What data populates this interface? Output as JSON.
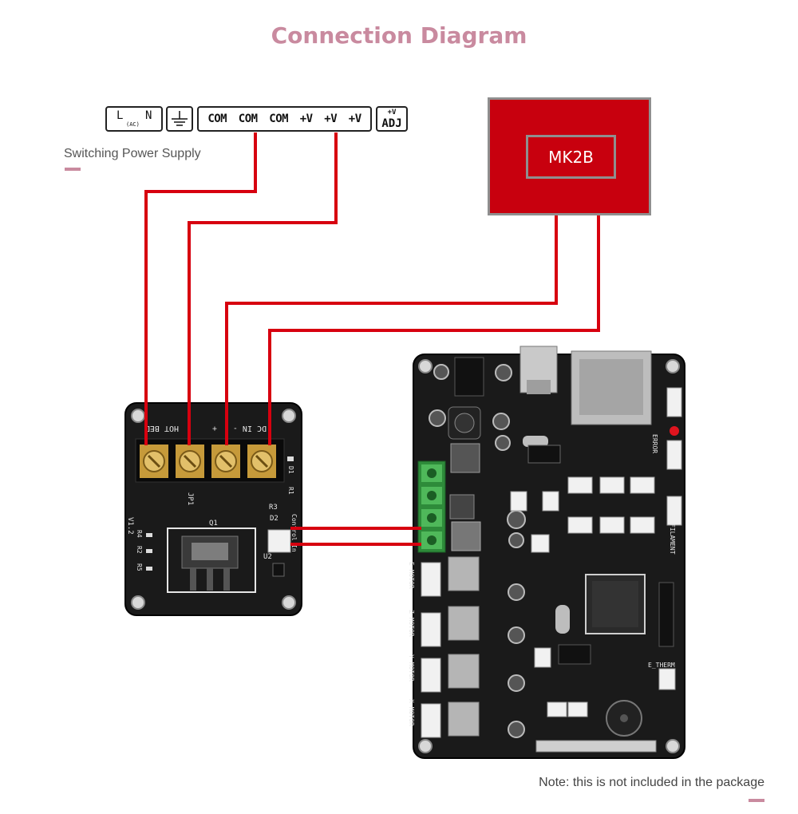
{
  "title": "Connection Diagram",
  "psu": {
    "label": "Switching Power Supply",
    "ln": {
      "l": "L",
      "ac": "(AC)",
      "n": "N"
    },
    "terminals": [
      "COM",
      "COM",
      "COM",
      "+V",
      "+V",
      "+V"
    ],
    "adj": {
      "top": "+V",
      "bottom": "ADJ"
    }
  },
  "bed": {
    "label": "MK2B"
  },
  "mosfet": {
    "header": [
      "DC IN -",
      "+",
      "HOT BED"
    ],
    "labels": {
      "control": "Control",
      "in": "In",
      "version": "V1.2",
      "jp": "JP1",
      "q": "Q1",
      "u": "U2",
      "d1": "D1",
      "d2": "D2",
      "r1": "R1",
      "r3": "R3",
      "r2": "R2",
      "r4": "R4",
      "r5": "R5"
    }
  },
  "mainboard": {
    "motor_labels": [
      "E-MOTOR",
      "Z-MOTOR",
      "Y-MOTOR",
      "X-MOTOR"
    ],
    "right_labels": [
      "ERROR",
      "FILAMENT",
      "E_THERM"
    ]
  },
  "note": "Note: this is not included in the package",
  "colors": {
    "wire": "#d7000f",
    "accent": "#c98a9f",
    "bed": "#c8000e",
    "pcb": "#1a1a1a"
  }
}
